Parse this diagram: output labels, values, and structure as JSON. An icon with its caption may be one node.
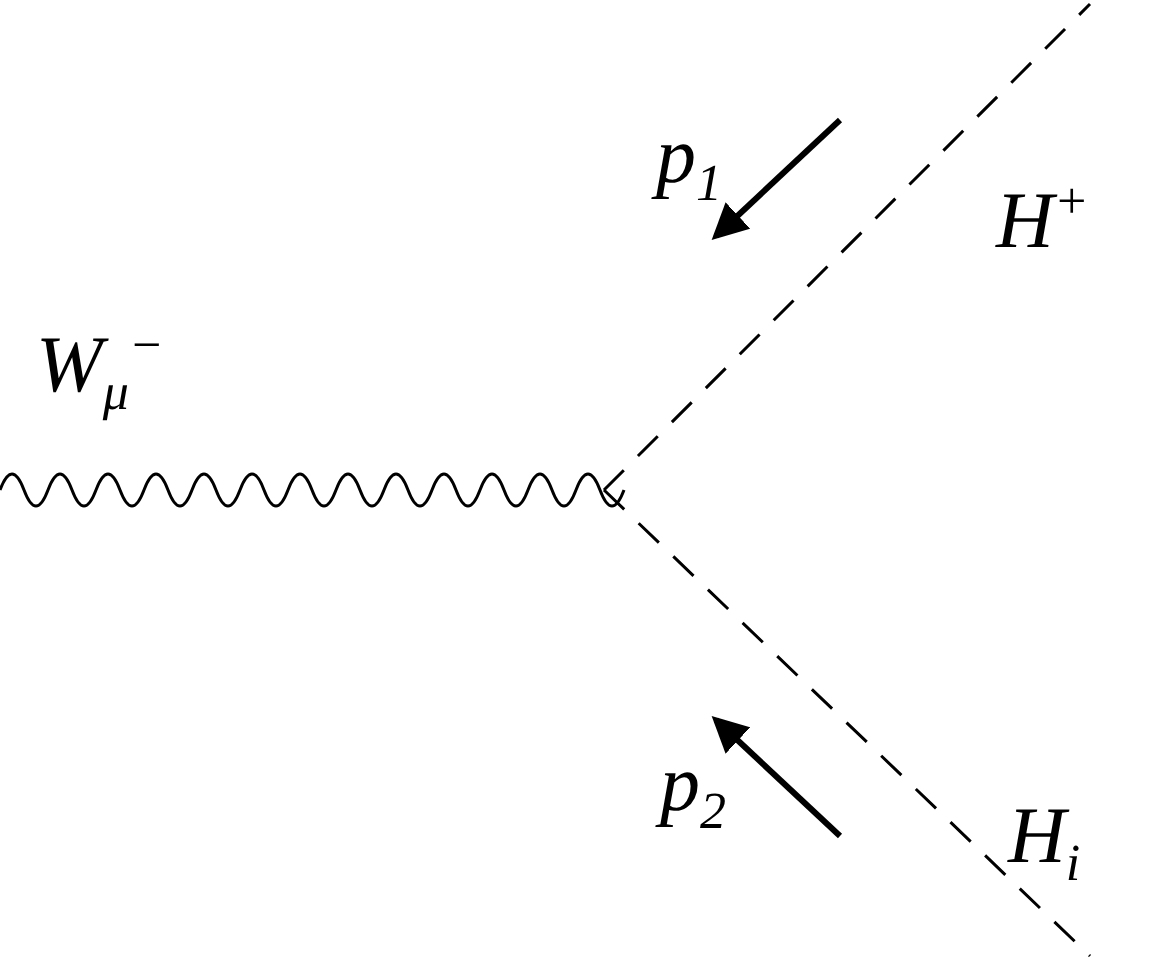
{
  "diagram": {
    "labels": [
      "W$_{μ}$$^{−}$",
      "p$_{1}$",
      "H$^{+}$",
      "p$_{2}$",
      "H$_{i}$"
    ]
  }
}
